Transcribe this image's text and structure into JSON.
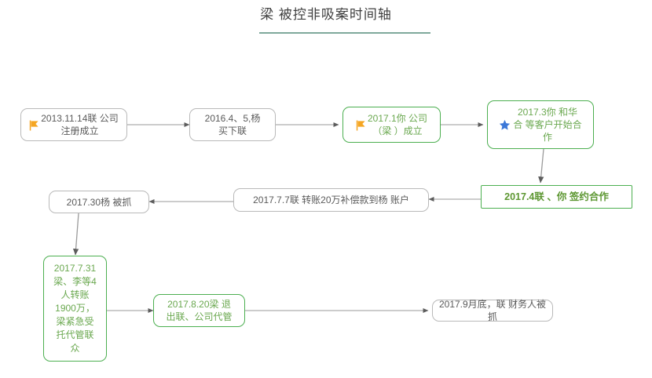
{
  "page": {
    "title": "梁  被控非吸案时间轴",
    "accent_underline_color": "#7fa99b",
    "background": "#ffffff",
    "green": "#4caf50",
    "green_text": "#6aa84f",
    "gray_border": "#b9b9b9",
    "gray_text": "#5a5a5a",
    "flag_color": "#f5a623",
    "star_color": "#3c78d8",
    "edge_color": "#9a9a9a"
  },
  "nodes": [
    {
      "id": "n1",
      "name": "node-2013-11-14",
      "text": "2013.11.14联   公司\n注册成立",
      "icon": "flag-icon",
      "style": "gray"
    },
    {
      "id": "n2",
      "name": "node-2016-04-05",
      "text": "2016.4、5,杨\n买下联",
      "icon": "none",
      "style": "gray"
    },
    {
      "id": "n3",
      "name": "node-2017-01",
      "text": "2017.1你   公司\n（梁   ）成立",
      "icon": "flag-icon",
      "style": "green-round"
    },
    {
      "id": "n4",
      "name": "node-2017-03",
      "text": "2017.3你   和华\n合   等客户开始合\n作",
      "icon": "star-icon",
      "style": "green-round"
    },
    {
      "id": "n5",
      "name": "node-2017-04",
      "text": "2017.4联   、你   签约合作",
      "icon": "none",
      "style": "green-sharp"
    },
    {
      "id": "n6",
      "name": "node-2017-07-07",
      "text": "2017.7.7联   转账20万补偿款到杨   账户",
      "icon": "none",
      "style": "gray"
    },
    {
      "id": "n7",
      "name": "node-2017-30",
      "text": "2017.30杨      被抓",
      "icon": "none",
      "style": "gray"
    },
    {
      "id": "n8",
      "name": "node-2017-07-31",
      "text": "2017.7.31\n梁、李等4\n人转账\n1900万，\n梁紧急受\n托代管联\n众",
      "icon": "none",
      "style": "green-round"
    },
    {
      "id": "n9",
      "name": "node-2017-08-20",
      "text": "2017.8.20梁   退\n出联、公司代管",
      "icon": "none",
      "style": "green-round"
    },
    {
      "id": "n10",
      "name": "node-2017-09",
      "text": "2017.9月底，联   财务人被抓",
      "icon": "none",
      "style": "gray"
    }
  ]
}
